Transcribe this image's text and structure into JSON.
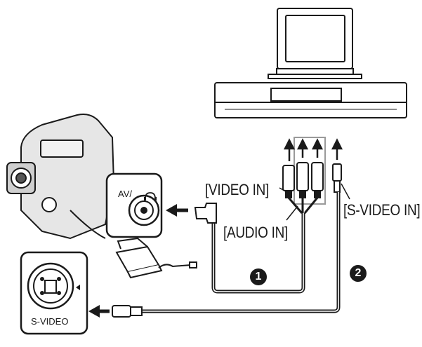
{
  "labels": {
    "video_in": "[VIDEO IN]",
    "audio_in": "[AUDIO IN]",
    "s_video_in": "[S-VIDEO IN]",
    "av_jack": "AV/",
    "s_video": "S-VIDEO"
  },
  "steps": {
    "one": "1",
    "two": "2"
  },
  "icons": {
    "headphone": "headphone-icon"
  }
}
